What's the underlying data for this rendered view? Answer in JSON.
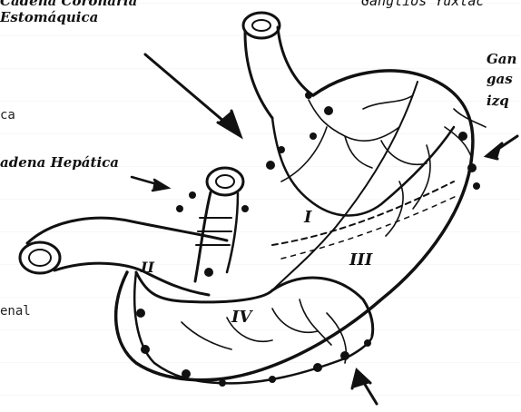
{
  "labels": {
    "coronary_chain_line1": "Cadena Coronaria",
    "coronary_chain_line2": "Estomáquica",
    "juxta_ganglia": "Ganglios Yuxtac",
    "left_gastric_line1": "Gan",
    "left_gastric_line2": "gas",
    "left_gastric_line3": "izq",
    "hepatic_chain": "adena Hepática",
    "fragment_ca": "ca",
    "fragment_enal": "enal"
  },
  "region_numerals": {
    "region_1": "I",
    "region_2": "II",
    "region_3": "III",
    "region_4": "IV"
  },
  "icons": {
    "arrows": [
      "arrow-top",
      "arrow-hepatic",
      "arrow-left-gastric",
      "arrow-bottom"
    ]
  }
}
